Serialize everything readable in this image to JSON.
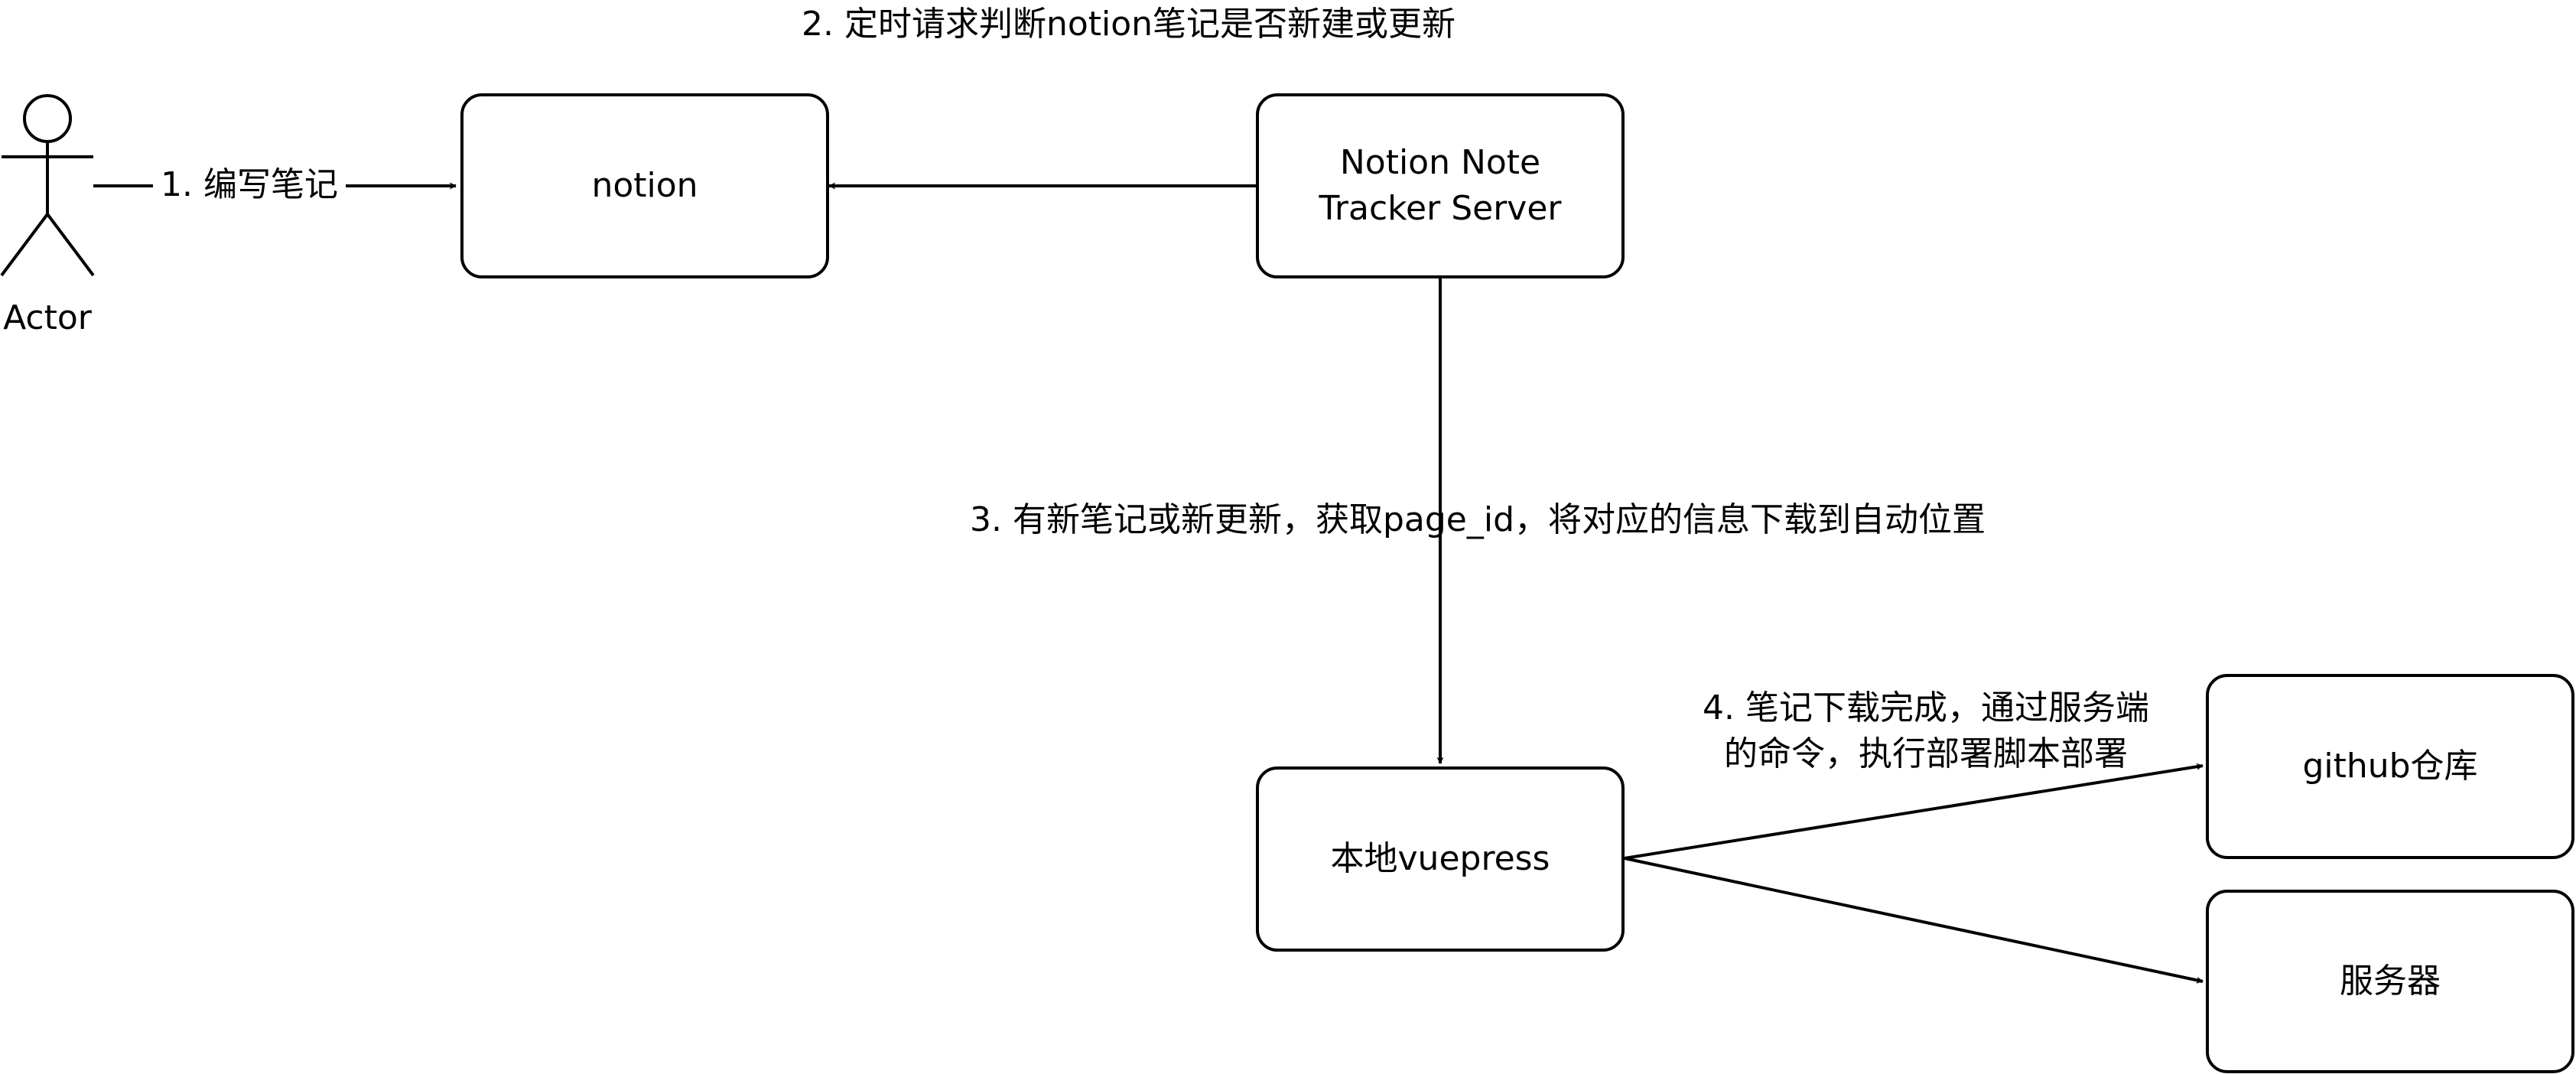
{
  "actor": {
    "label": "Actor"
  },
  "nodes": {
    "notion": "notion",
    "tracker": "Notion Note Tracker Server",
    "vuepress": "本地vuepress",
    "github": "github仓库",
    "server": "服务器"
  },
  "edges": {
    "write": "1. 编写笔记",
    "poll": "2. 定时请求判断notion笔记是否新建或更新",
    "download": "3. 有新笔记或新更新，获取page_id，将对应的信息下载到自动位置",
    "deploy_line1": "4. 笔记下载完成，通过服务端",
    "deploy_line2": "的命令，执行部署脚本部署"
  },
  "colors": {
    "stroke": "#000000",
    "fill": "#ffffff"
  }
}
